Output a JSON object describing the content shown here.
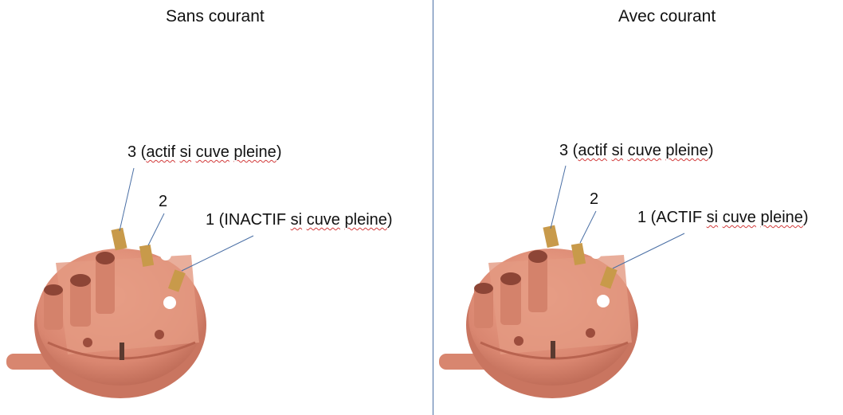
{
  "panels": [
    {
      "title": "Sans courant",
      "label_3": {
        "prefix": "3 (",
        "word1": "actif",
        "sep1": " ",
        "word2": "si",
        "sep2": " ",
        "word3": "cuve",
        "sep3": " ",
        "word4": "pleine",
        "suffix": ")"
      },
      "label_2": "2",
      "label_1": {
        "prefix": "1 (INACTIF ",
        "word1": "si",
        "sep1": " ",
        "word2": "cuve",
        "sep2": " ",
        "word3": "pleine",
        "suffix": ")"
      }
    },
    {
      "title": "Avec courant",
      "label_3": {
        "prefix": "3 (",
        "word1": "actif",
        "sep1": " ",
        "word2": "si",
        "sep2": " ",
        "word3": "cuve",
        "sep3": " ",
        "word4": "pleine",
        "suffix": ")"
      },
      "label_2": "2",
      "label_1": {
        "prefix": "1 (ACTIF ",
        "word1": "si",
        "sep1": " ",
        "word2": "cuve",
        "sep2": " ",
        "word3": "pleine",
        "suffix": ")"
      }
    }
  ],
  "colors": {
    "divider": "#4a6fa5",
    "leader_line": "#4a6fa5",
    "body": "#e0907a",
    "spellcheck": "#d23b3b"
  }
}
